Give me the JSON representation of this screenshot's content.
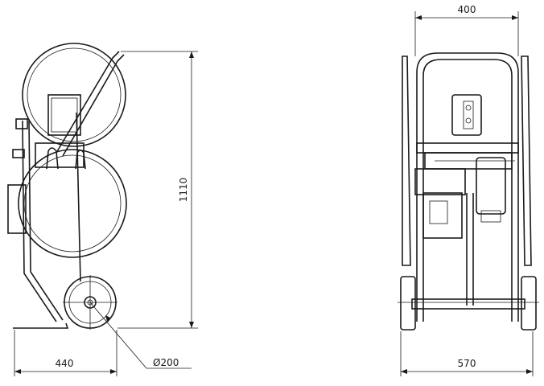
{
  "dimensions": {
    "side_depth": "440",
    "wheel_diameter": "Ø200",
    "height": "1110",
    "front_top_width": "400",
    "front_base_width": "570"
  },
  "colors": {
    "line": "#1a1a1a",
    "background": "#ffffff"
  }
}
